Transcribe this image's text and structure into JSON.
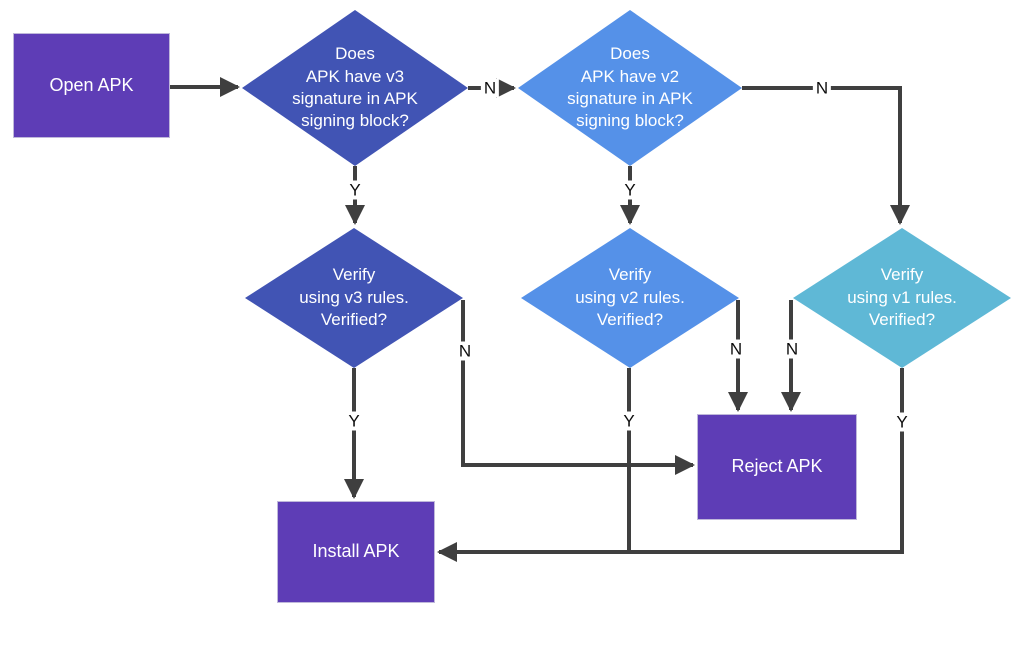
{
  "diagram": {
    "colors": {
      "purple": "#5e3db6",
      "indigo": "#4154b4",
      "blue": "#5591e8",
      "teal": "#5fb8d6",
      "line": "#3f3f3f"
    },
    "nodes": {
      "open_apk": {
        "label": "Open APK"
      },
      "check_v3": {
        "label": "Does\nAPK have v3\nsignature in APK\nsigning block?"
      },
      "check_v2": {
        "label": "Does\nAPK have v2\nsignature in APK\nsigning block?"
      },
      "verify_v3": {
        "label": "Verify\nusing v3 rules.\nVerified?"
      },
      "verify_v2": {
        "label": "Verify\nusing v2 rules.\nVerified?"
      },
      "verify_v1": {
        "label": "Verify\nusing v1 rules.\nVerified?"
      },
      "reject_apk": {
        "label": "Reject APK"
      },
      "install_apk": {
        "label": "Install APK"
      }
    },
    "edge_labels": {
      "check_v3_no": "N",
      "check_v3_yes": "Y",
      "check_v2_no": "N",
      "check_v2_yes": "Y",
      "verify_v3_yes": "Y",
      "verify_v3_no": "N",
      "verify_v2_yes": "Y",
      "verify_v2_no": "N",
      "verify_v1_yes": "Y",
      "verify_v1_no": "N"
    }
  }
}
